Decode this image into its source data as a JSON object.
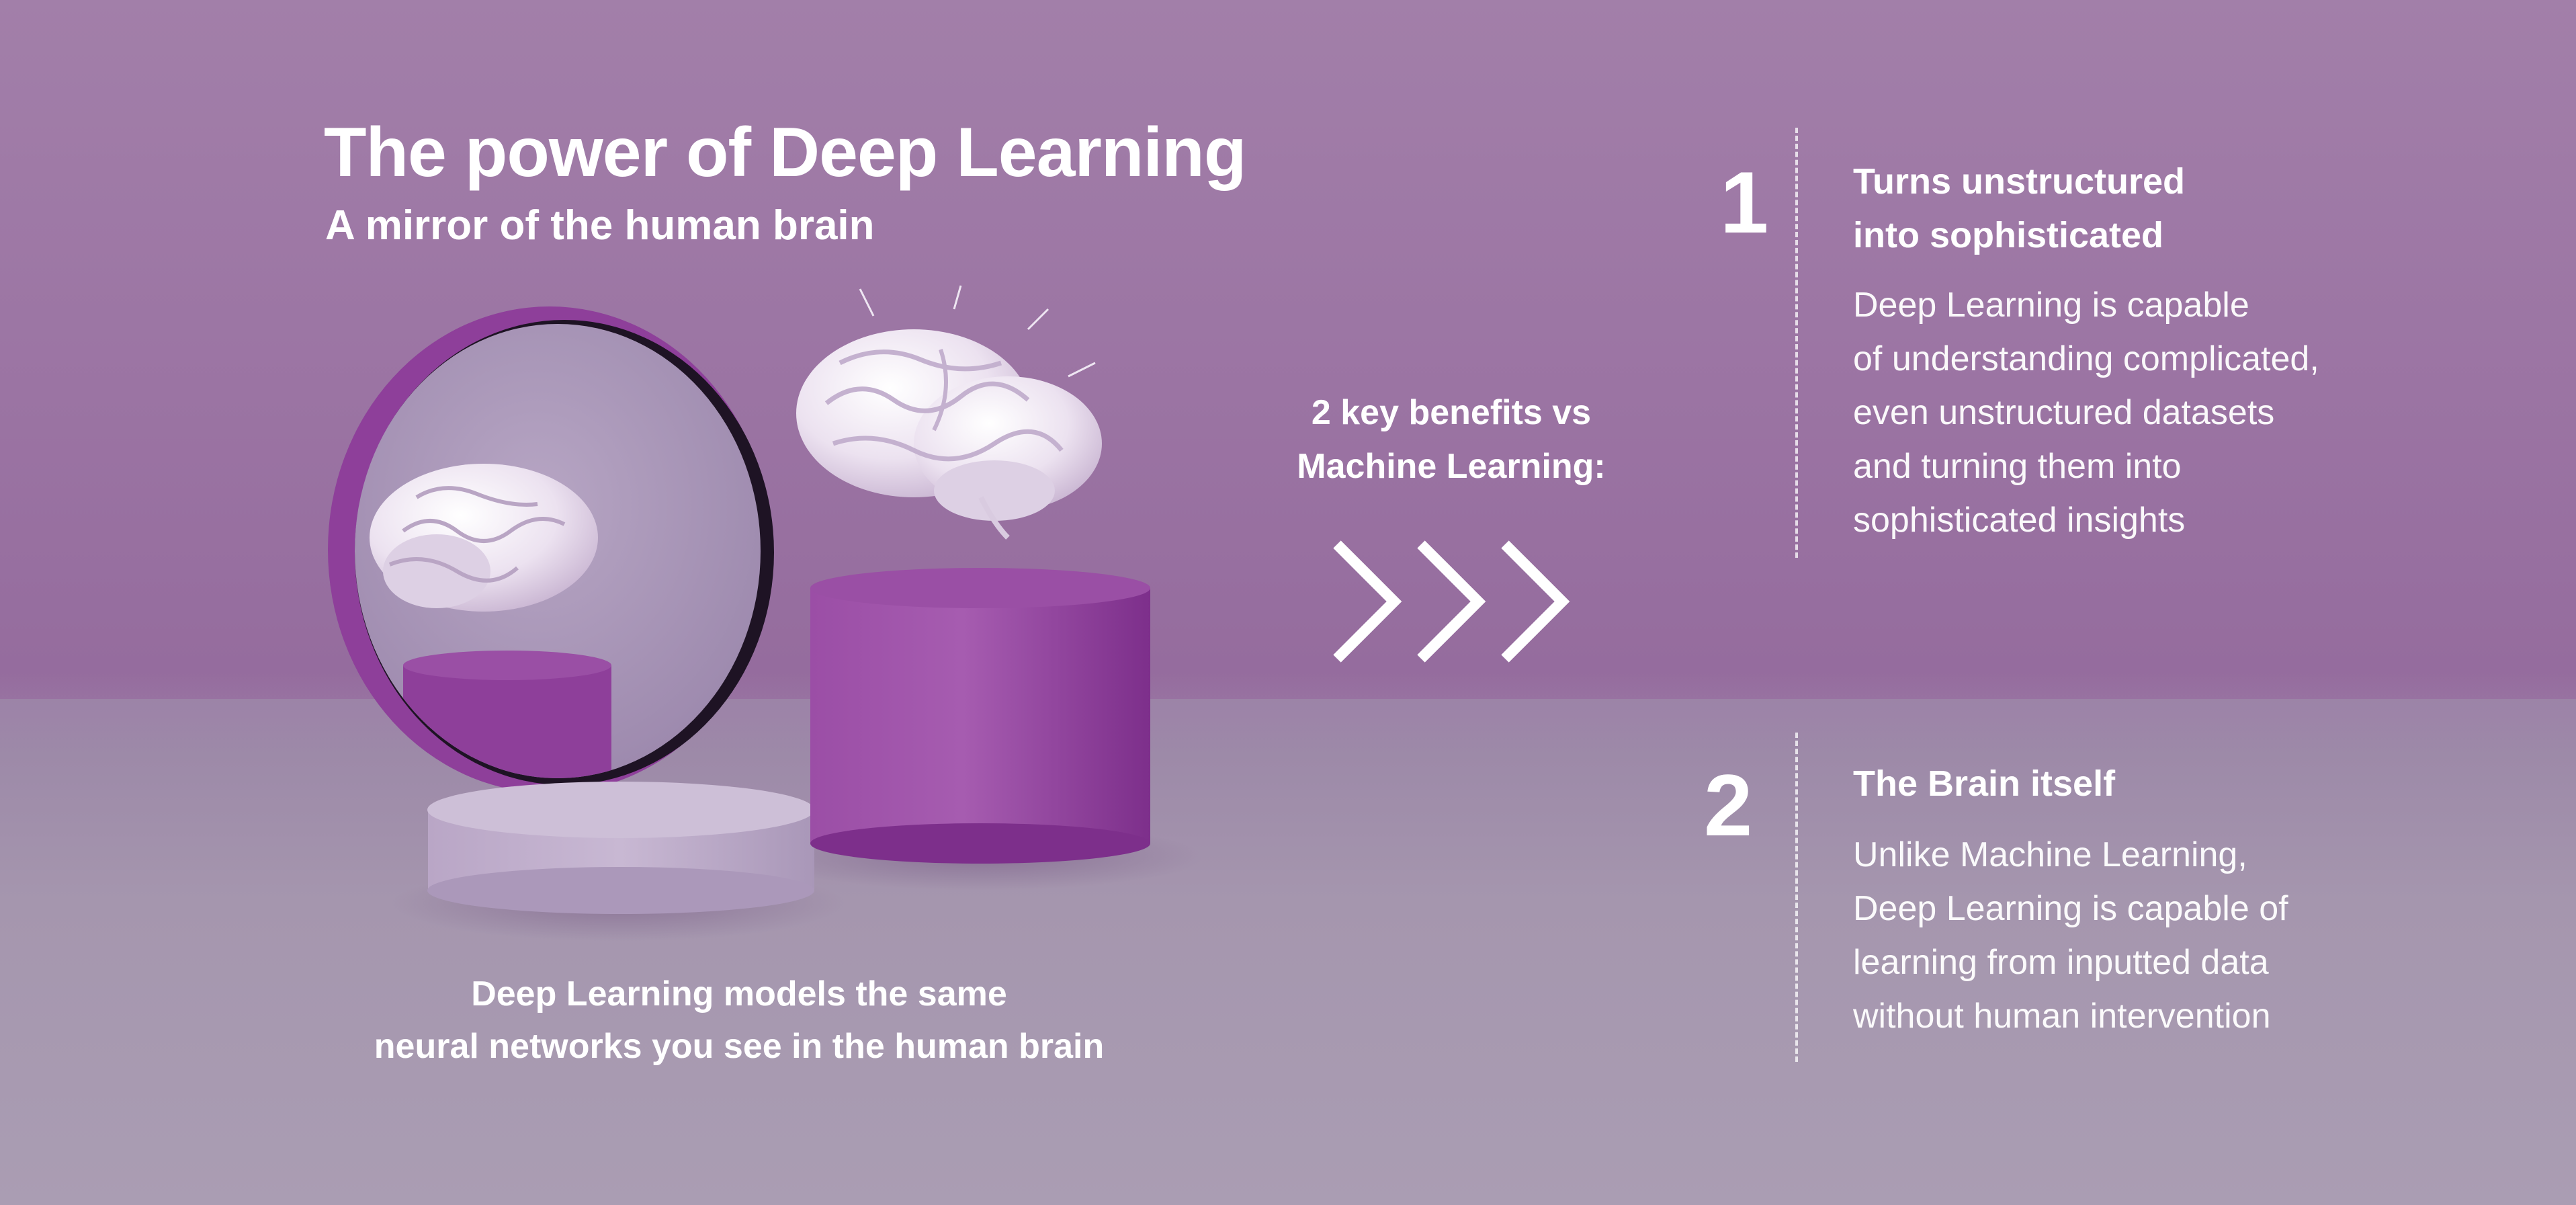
{
  "header": {
    "title": "The power of Deep Learning",
    "subtitle": "A mirror of the human brain"
  },
  "caption": {
    "lines": [
      "Deep Learning models the same",
      "neural networks you see in the human brain"
    ]
  },
  "benefits_intro": {
    "lines": [
      "2 key benefits vs",
      "Machine Learning:"
    ]
  },
  "benefits": [
    {
      "number": "1",
      "title_lines": [
        "Turns unstructured",
        "into sophisticated"
      ],
      "text_lines": [
        "Deep Learning is capable",
        "of understanding complicated,",
        "even unstructured datasets",
        "and turning them into",
        "sophisticated insights"
      ]
    },
    {
      "number": "2",
      "title_lines": [
        "The Brain itself"
      ],
      "text_lines": [
        "Unlike Machine Learning,",
        "Deep Learning is capable of",
        "learning from inputted data",
        "without human intervention"
      ]
    }
  ],
  "colors": {
    "wall": "#9b74a3",
    "floor": "#a596ae",
    "text": "#ffffff",
    "accent_purple": "#8e3f9a"
  },
  "icons": {
    "chevrons": "triple-chevron-right-icon",
    "brain": "brain-icon",
    "mirror": "round-mirror-icon"
  }
}
